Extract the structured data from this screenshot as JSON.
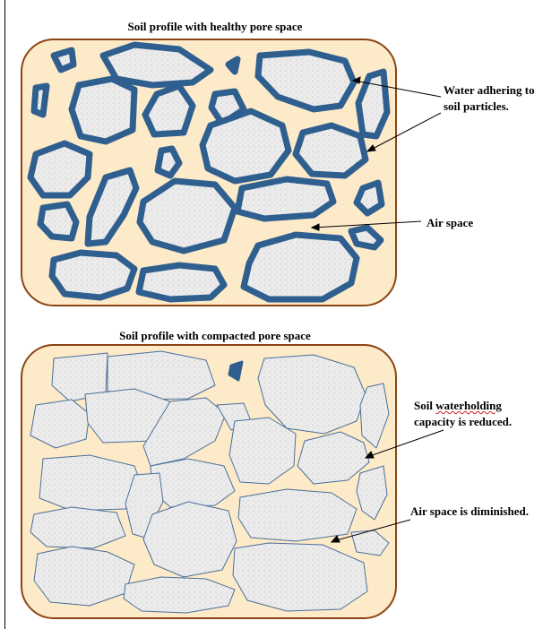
{
  "panel_top": {
    "title": "Soil profile with healthy pore space",
    "label_water_line1": "Water adhering to",
    "label_water_line2": "soil particles.",
    "label_air": "Air space"
  },
  "panel_bottom": {
    "title": "Soil profile with compacted pore space",
    "label_capacity_word1": "Soil",
    "label_capacity_word2": "waterholding",
    "label_capacity_line2": "capacity is reduced.",
    "label_air": "Air space is diminished."
  },
  "colors": {
    "soil_background": "#fdeac8",
    "border": "#8b4513",
    "water_film": "#2f5f8f",
    "particle_fill": "#e9e9e9",
    "thin_outline": "#4a6f9a"
  }
}
